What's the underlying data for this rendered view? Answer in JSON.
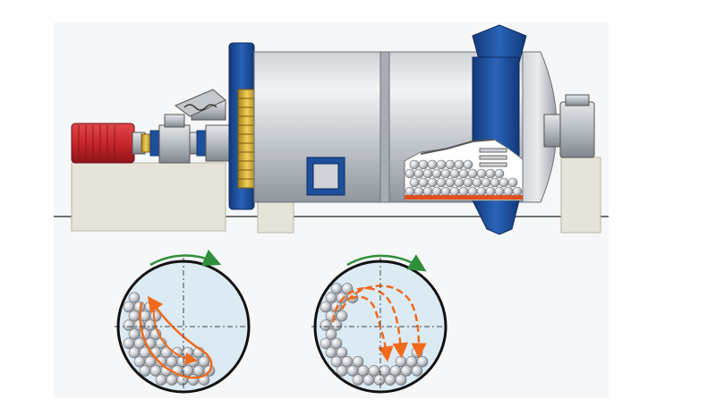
{
  "diagram": {
    "subject": "ball mill",
    "colors": {
      "background": "#ffffff",
      "panel": "#f6f7f8",
      "shell_light": "#e4e7ea",
      "shell_mid": "#b9bec4",
      "shell_dark": "#8d949b",
      "flange_blue": "#1d4f9c",
      "flange_dark": "#123a78",
      "motor_red": "#c8262b",
      "gear_gold": "#d9b13a",
      "base": "#e6e4d8",
      "liner_orange": "#e0501e",
      "drum_fill": "#dcebf3",
      "arrow_green": "#2f8f3a",
      "arrow_orange": "#f06a1e"
    },
    "lower_views": [
      {
        "id": "cascading",
        "ball_rows": 6
      },
      {
        "id": "cataracting",
        "ball_rows": 5
      }
    ],
    "icons": [
      "motor-icon",
      "gearbox-icon",
      "girth-gear-icon",
      "mill-shell-icon",
      "trunnion-bearing-icon"
    ]
  }
}
